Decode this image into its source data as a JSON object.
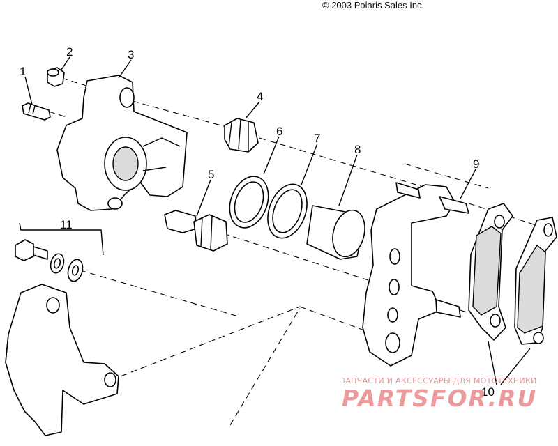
{
  "copyright": "© 2003 Polaris Sales Inc.",
  "watermark": {
    "subtitle": "ЗАПЧАСТИ И АКСЕССУАРЫ ДЛЯ МОТОТЕХНИКИ",
    "logo": "PARTSFOR.RU"
  },
  "callouts": [
    "1",
    "2",
    "3",
    "4",
    "5",
    "6",
    "7",
    "8",
    "9",
    "10",
    "11"
  ],
  "colors": {
    "line": "#000000",
    "watermark": "#e88a8a"
  }
}
